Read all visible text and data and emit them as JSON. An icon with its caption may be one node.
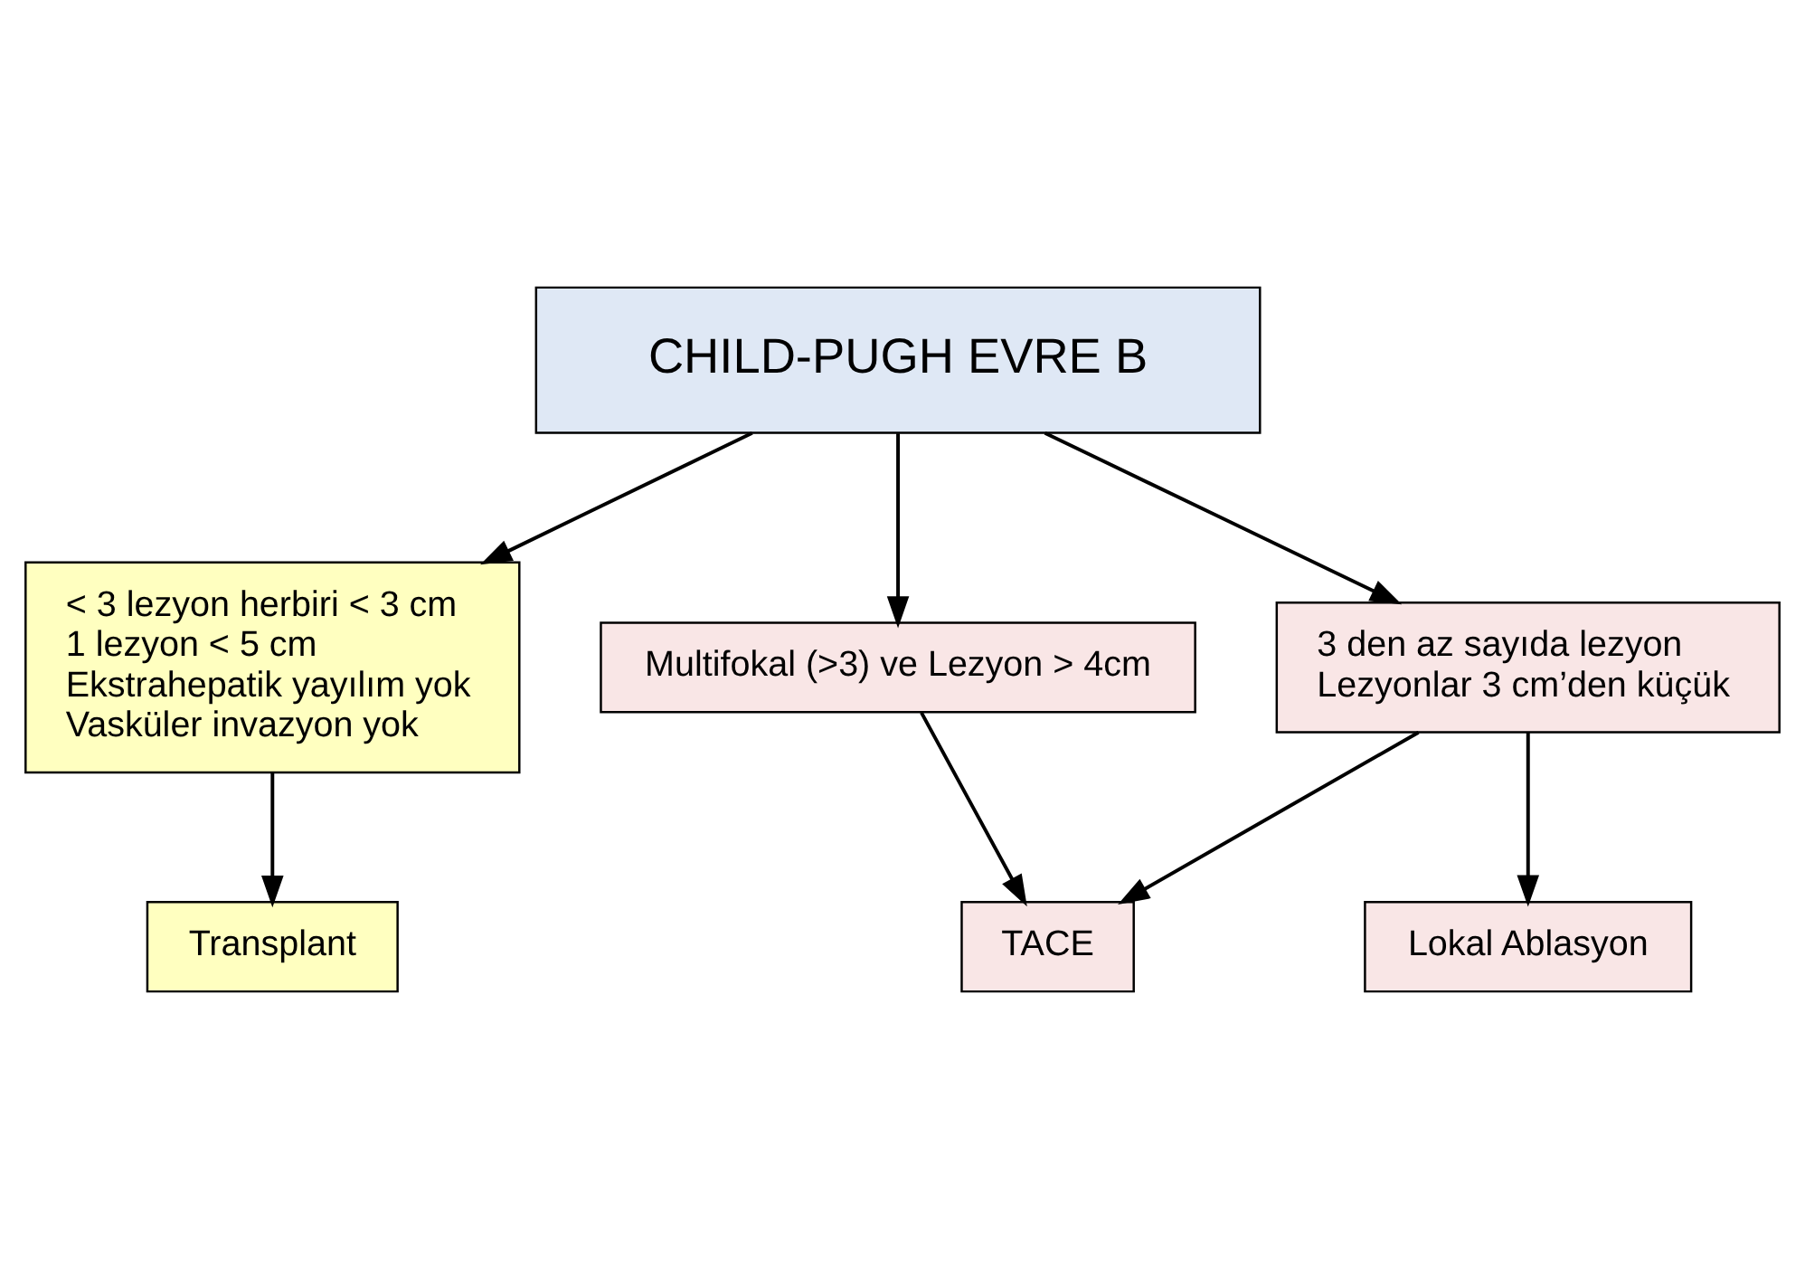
{
  "diagram": {
    "nodes": [
      {
        "text": [
          "CHILD-PUGH EVRE B"
        ]
      },
      {
        "text": [
          "< 3 lezyon herbiri < 3 cm",
          "1 lezyon < 5 cm",
          "Ekstrahepatik yayılım yok",
          "Vasküler invazyon yok"
        ]
      },
      {
        "text": [
          "Multifokal (>3) ve Lezyon > 4cm"
        ]
      },
      {
        "text": [
          "3 den az sayıda lezyon",
          "Lezyonlar 3 cm’den küçük"
        ]
      },
      {
        "text": [
          "Transplant"
        ]
      },
      {
        "text": [
          "TACE"
        ]
      },
      {
        "text": [
          "Lokal Ablasyon"
        ]
      }
    ],
    "edges": [
      {
        "from": 0,
        "to": 1,
        "arrow": "to"
      },
      {
        "from": 0,
        "to": 2,
        "arrow": "to"
      },
      {
        "from": 0,
        "to": 3,
        "arrow": "to"
      },
      {
        "from": 1,
        "to": 4,
        "arrow": "to"
      },
      {
        "from": 2,
        "to": 5,
        "arrow": "to"
      },
      {
        "from": 3,
        "to": 5,
        "arrow": "to"
      },
      {
        "from": 3,
        "to": 6,
        "arrow": "to"
      }
    ]
  }
}
